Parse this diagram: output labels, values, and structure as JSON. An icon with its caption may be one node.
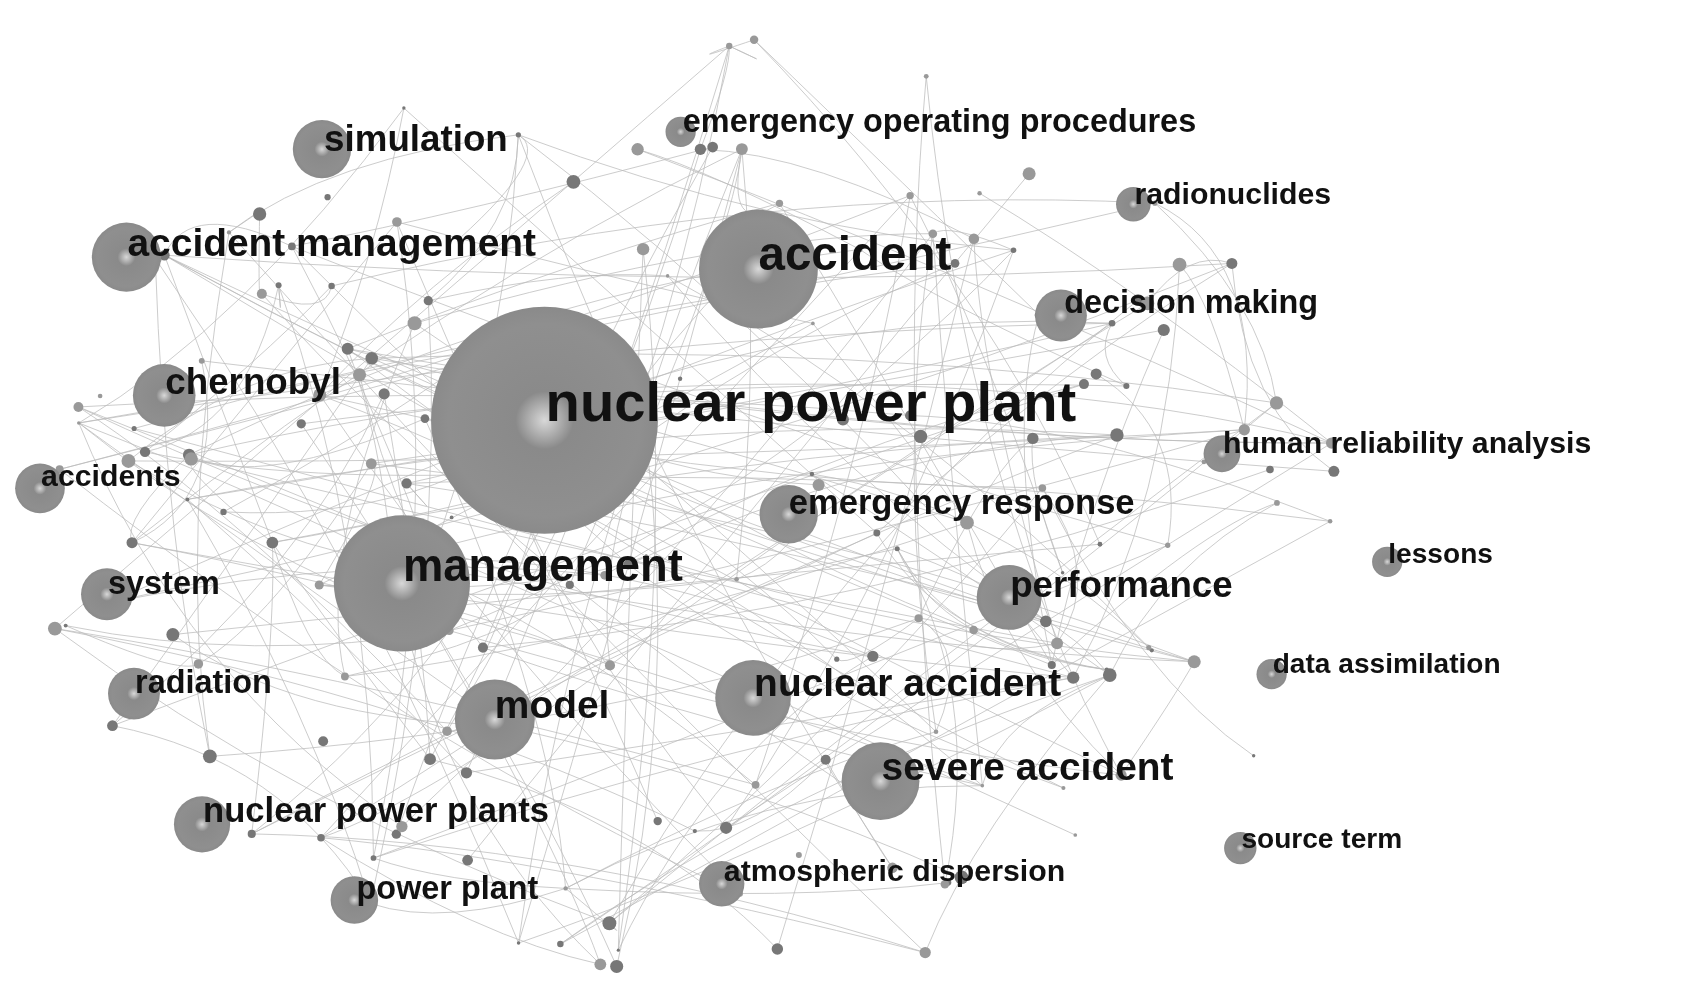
{
  "diagram": {
    "nodes": [
      {
        "text": [
          "simulation"
        ]
      },
      {
        "text": [
          "emergency operating procedures"
        ]
      },
      {
        "text": [
          "radionuclides"
        ]
      },
      {
        "text": [
          "accident management"
        ]
      },
      {
        "text": [
          "accident"
        ]
      },
      {
        "text": [
          "decision making"
        ]
      },
      {
        "text": [
          "chernobyl"
        ]
      },
      {
        "text": [
          "nuclear power plant"
        ]
      },
      {
        "text": [
          "human reliability analysis"
        ]
      },
      {
        "text": [
          "accidents"
        ]
      },
      {
        "text": [
          "emergency response"
        ]
      },
      {
        "text": [
          "management"
        ]
      },
      {
        "text": [
          "system"
        ]
      },
      {
        "text": [
          "lessons"
        ]
      },
      {
        "text": [
          "performance"
        ]
      },
      {
        "text": [
          "data assimilation"
        ]
      },
      {
        "text": [
          "radiation"
        ]
      },
      {
        "text": [
          "nuclear accident"
        ]
      },
      {
        "text": [
          "model"
        ]
      },
      {
        "text": [
          "severe accident"
        ]
      },
      {
        "text": [
          "nuclear power plants"
        ]
      },
      {
        "text": [
          "source term"
        ]
      },
      {
        "text": [
          "atmospheric dispersion"
        ]
      },
      {
        "text": [
          "power plant"
        ]
      }
    ]
  }
}
